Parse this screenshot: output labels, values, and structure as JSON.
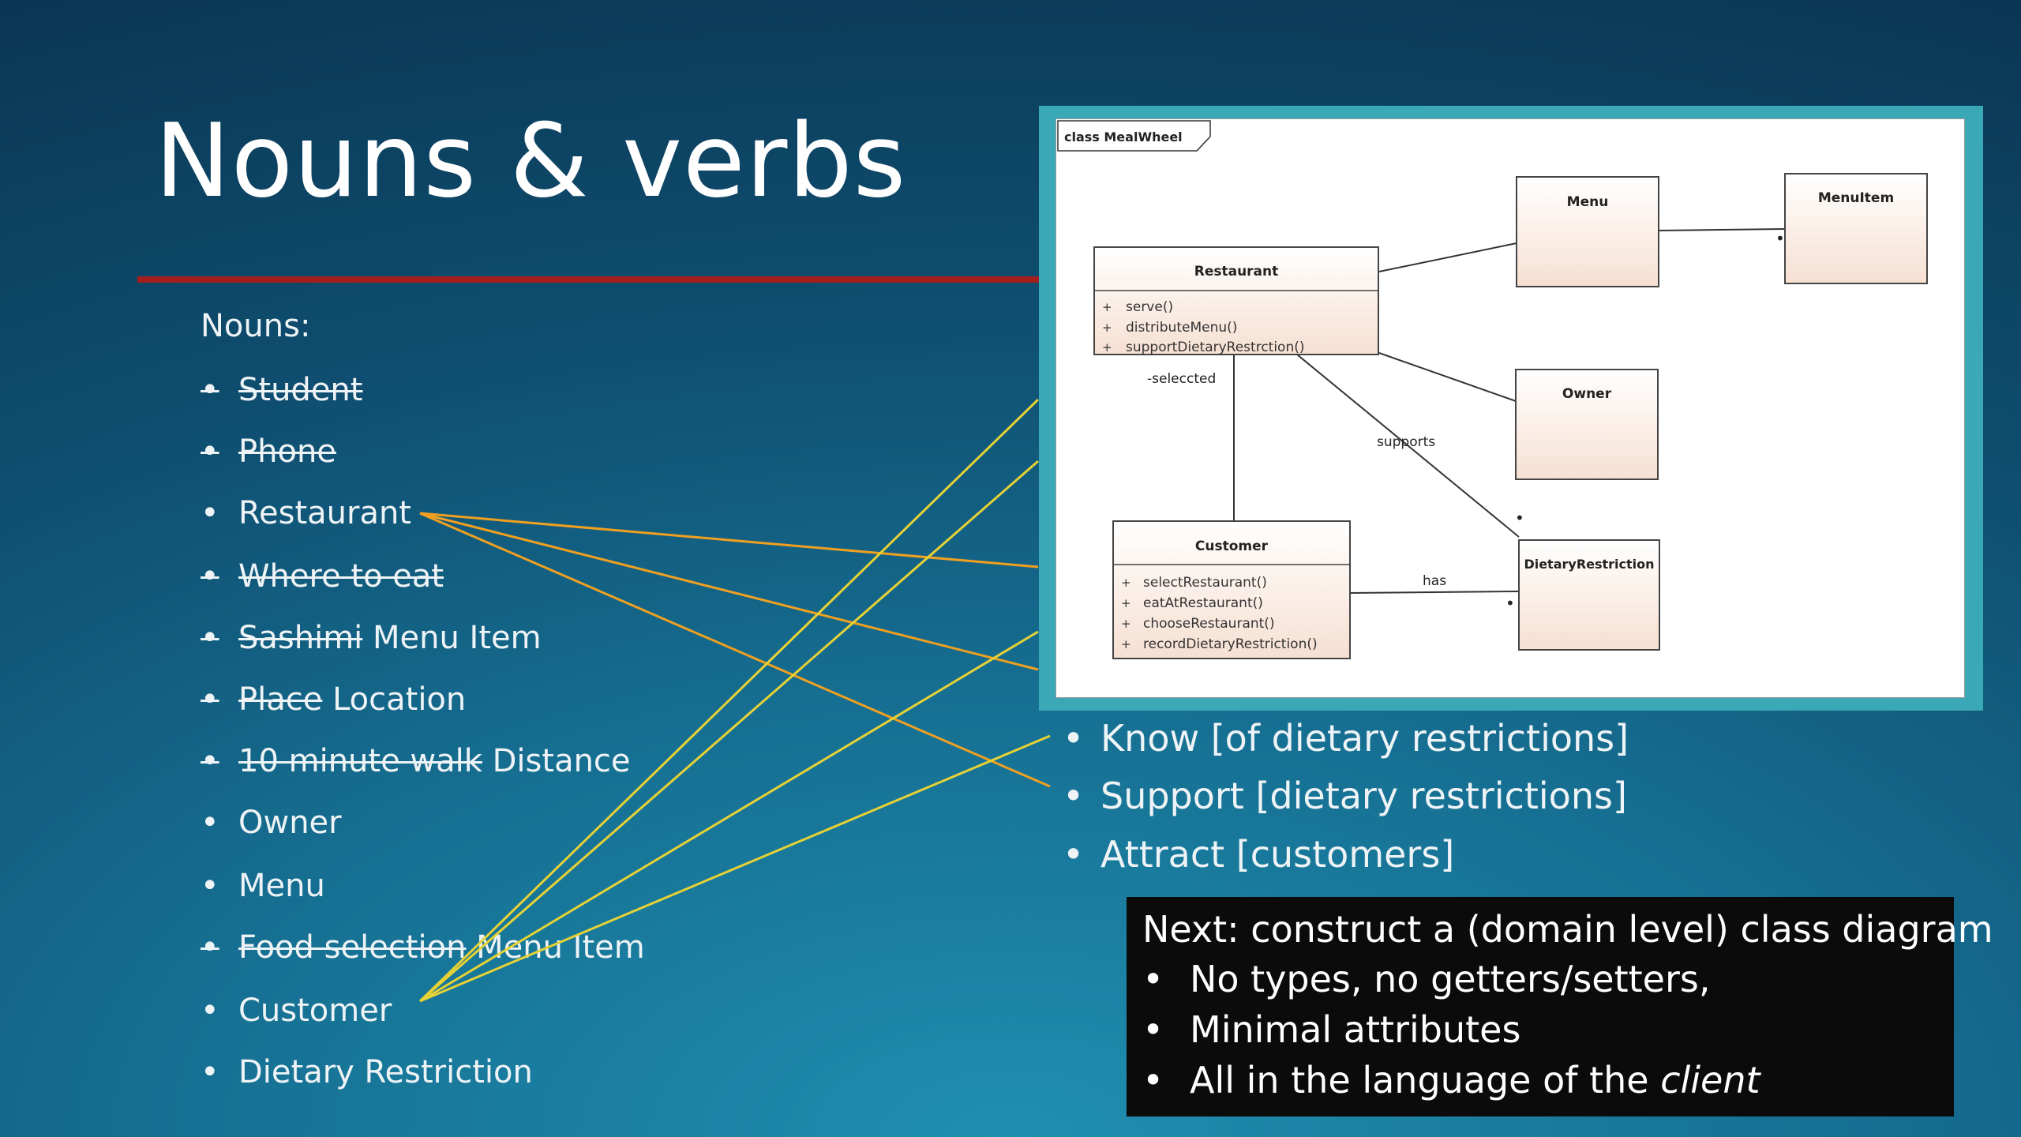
{
  "title": "Nouns & verbs",
  "nouns": {
    "heading": "Nouns:",
    "items": [
      {
        "struck": "Student",
        "text": ""
      },
      {
        "struck": "Phone",
        "text": ""
      },
      {
        "struck": "",
        "text": "Restaurant"
      },
      {
        "struck": "Where to eat",
        "text": ""
      },
      {
        "struck": "Sashimi",
        "text": "Menu Item"
      },
      {
        "struck": "Place",
        "text": "Location"
      },
      {
        "struck": "10 minute walk",
        "text": "Distance"
      },
      {
        "struck": "",
        "text": "Owner"
      },
      {
        "struck": "",
        "text": "Menu"
      },
      {
        "struck": "Food selection",
        "text": "Menu Item"
      },
      {
        "struck": "",
        "text": "Customer"
      },
      {
        "struck": "",
        "text": "Dietary Restriction"
      }
    ]
  },
  "verbs": {
    "items": [
      "Know [of dietary restrictions]",
      "Support [dietary restrictions]",
      "Attract [customers]"
    ]
  },
  "diagram": {
    "frame_label": "class MealWheel",
    "classes": {
      "menu": {
        "name": "Menu"
      },
      "menuitem": {
        "name": "MenuItem"
      },
      "restaurant": {
        "name": "Restaurant",
        "ops": [
          "serve()",
          "distributeMenu()",
          "supportDietaryRestrction()"
        ]
      },
      "owner": {
        "name": "Owner"
      },
      "customer": {
        "name": "Customer",
        "ops": [
          "selectRestaurant()",
          "eatAtRestaurant()",
          "chooseRestaurant()",
          "recordDietaryRestriction()"
        ]
      },
      "dietary": {
        "name": "DietaryRestriction"
      }
    },
    "labels": {
      "selected": "-seleccted",
      "supports": "supports",
      "has": "has",
      "plus": "+",
      "multiplicity": "•"
    }
  },
  "next": {
    "heading": "Next: construct a (domain level) class diagram",
    "points": [
      "No types, no getters/setters,",
      "Minimal attributes",
      "All in the language of the"
    ],
    "last_em": "client"
  },
  "bullet_char": "•",
  "colors": {
    "accent_rule": "#a51e1e",
    "orange_line": "#f0a020",
    "yellow_line": "#e6d236",
    "class_fill": "#fbeadf",
    "frame_teal": "#3aa8b6"
  }
}
